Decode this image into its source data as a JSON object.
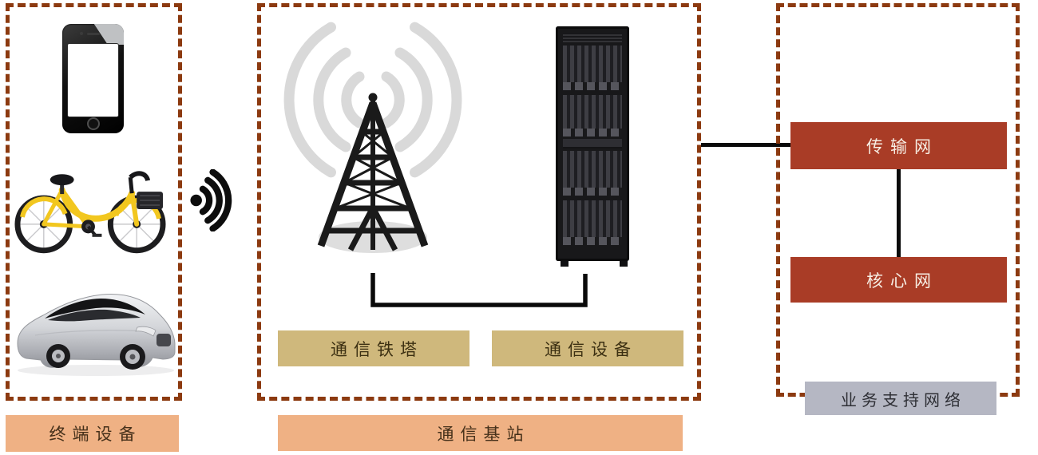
{
  "colors": {
    "dash_border": "#8c3a10",
    "red_box": "#a93c26",
    "red_box_text": "#f7eee4",
    "tan_box": "#cfb87c",
    "tan_box_text": "#3c3012",
    "peach_box": "#efb184",
    "peach_box_text": "#45301a",
    "grey_box": "#b5b7c3",
    "grey_box_text": "#2e2f35",
    "line_black": "#0a0a0a",
    "wave_grey": "#d9d9d9",
    "bike_yellow": "#f2c71f"
  },
  "groups": {
    "terminal": {
      "label": "终端设备",
      "items": [
        "smartphone",
        "shared-bicycle",
        "sedan-car"
      ]
    },
    "base_station": {
      "label": "通信基站",
      "tower_tag": "通信铁塔",
      "equipment_tag": "通信设备"
    },
    "network": {
      "transmission": "传输网",
      "core": "核心网",
      "support": "业务支持网络"
    }
  }
}
